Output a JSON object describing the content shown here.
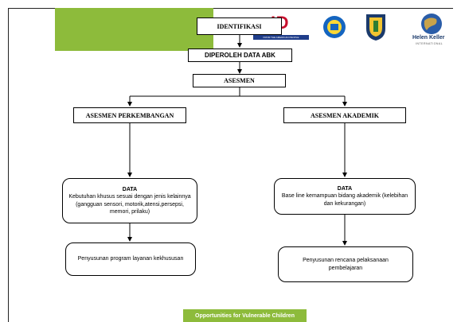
{
  "diagram": {
    "identifikasi": "IDENTIFIKASI",
    "diperoleh": "DIPEROLEH DATA ABK",
    "asesmen": "ASESMEN",
    "asesmen_perkembangan": "ASESMEN PERKEMBANGAN",
    "asesmen_akademik": "ASESMEN AKADEMIK",
    "left_data": {
      "header": "DATA",
      "body": "Kebutuhan khusus sesuai dengan jenis kelainnya (gangguan sensori, motorik,atensi,persepsi, memori, prilaku)"
    },
    "right_data": {
      "header": "DATA",
      "body": "Base line kemampuan bidang akademik (kelebihan dan kekurangan)"
    },
    "left_program": "Penyusunan program layanan kekhususan",
    "right_program": "Penyusunan rencana pelaksanaan pembelajaran"
  },
  "logos": {
    "usaid_mark": "ID",
    "usaid_tagline": "FROM THE AMERICAN PEOPLE",
    "helen_keller": "Helen Keller",
    "helen_keller_sub": "INTERNATIONAL"
  },
  "footer": {
    "band_text": "Opportunities for Vulnerable Children"
  },
  "colors": {
    "accent_green": "#8dbb3b",
    "usaid_red": "#c8102e",
    "usaid_blue": "#1f3d8a"
  }
}
